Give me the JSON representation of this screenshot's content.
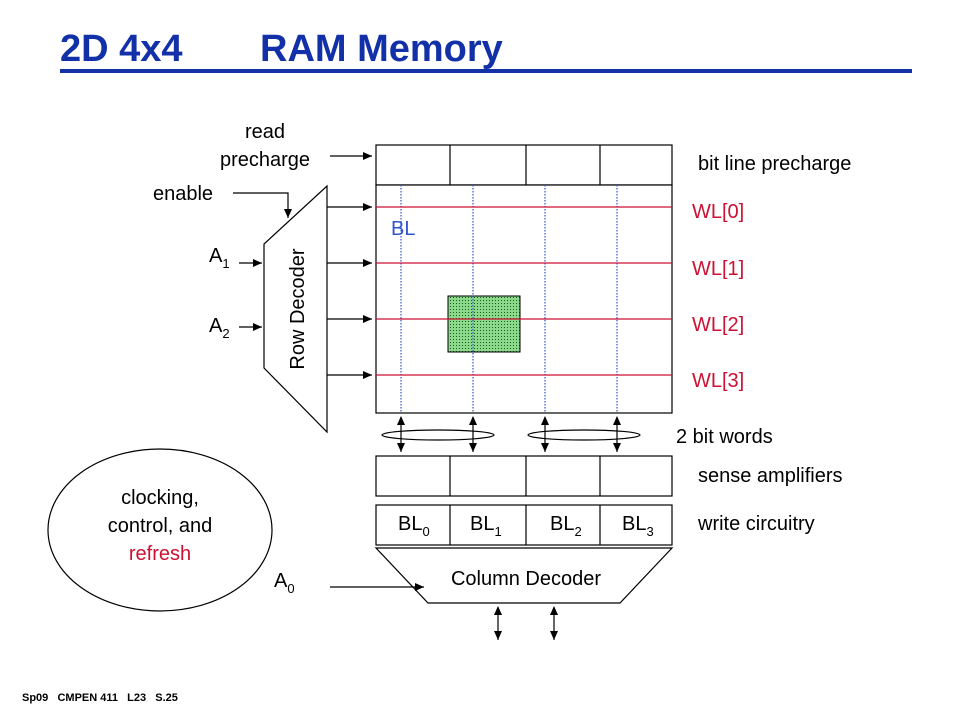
{
  "title": {
    "part1": "2D 4x4",
    "part2": "RAM Memory"
  },
  "footer": {
    "course": "Sp09   CMPEN 411   L23   S.25"
  },
  "labels": {
    "read_precharge_1": "read",
    "read_precharge_2": "precharge",
    "enable": "enable",
    "a1": "A",
    "a1_sub": "1",
    "a2": "A",
    "a2_sub": "2",
    "a0": "A",
    "a0_sub": "0",
    "row_decoder": "Row Decoder",
    "column_decoder": "Column Decoder",
    "bl": "BL",
    "bit_line_precharge": "bit line precharge",
    "two_bit_words": "2 bit words",
    "sense_amplifiers": "sense amplifiers",
    "write_circuitry": "write circuitry",
    "clocking_1": "clocking,",
    "clocking_2": "control, and",
    "clocking_3": "refresh"
  },
  "word_lines": [
    "WL[0]",
    "WL[1]",
    "WL[2]",
    "WL[3]"
  ],
  "bit_lines": [
    {
      "base": "BL",
      "sub": "0"
    },
    {
      "base": "BL",
      "sub": "1"
    },
    {
      "base": "BL",
      "sub": "2"
    },
    {
      "base": "BL",
      "sub": "3"
    }
  ],
  "colors": {
    "title": "#1230a8",
    "word_line": "#cc1133",
    "bit_line": "#3355cc",
    "cell_fill": "#8bd98b",
    "refresh": "#cc1133",
    "text": "#000000"
  }
}
